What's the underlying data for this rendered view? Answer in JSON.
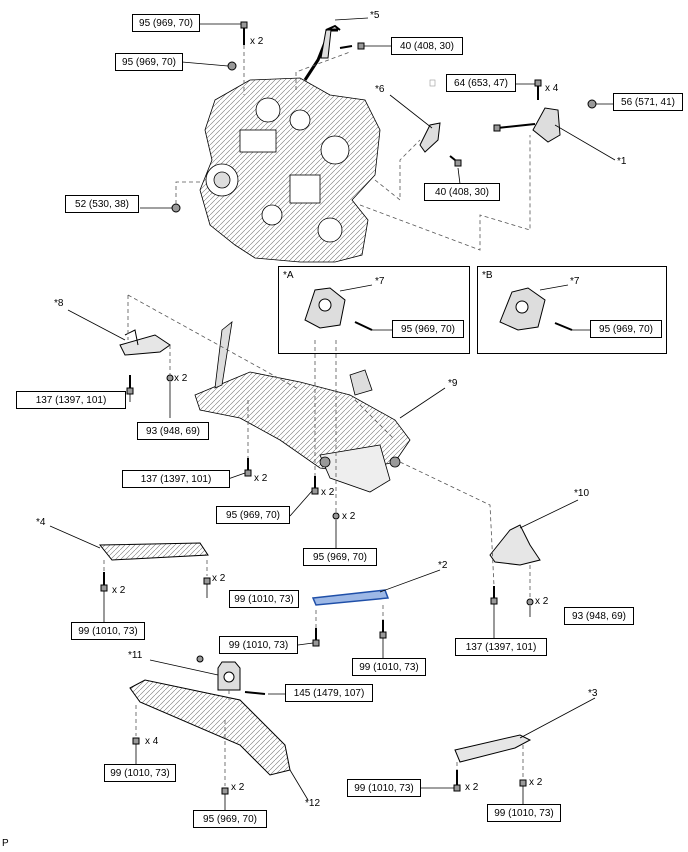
{
  "torques": {
    "t1": "95 (969, 70)",
    "t2": "95 (969, 70)",
    "t3": "40 (408, 30)",
    "t4": "64 (653, 47)",
    "t5": "56 (571, 41)",
    "t6": "40 (408, 30)",
    "t7": "52 (530, 38)",
    "t8": "95 (969, 70)",
    "t9": "95 (969, 70)",
    "t10": "137 (1397, 101)",
    "t11": "93 (948, 69)",
    "t12": "137 (1397, 101)",
    "t13": "95 (969, 70)",
    "t14": "95 (969, 70)",
    "t15": "99 (1010, 73)",
    "t16": "99 (1010, 73)",
    "t17": "99 (1010, 73)",
    "t18": "99 (1010, 73)",
    "t19": "93 (948, 69)",
    "t20": "137 (1397, 101)",
    "t21": "145 (1479, 107)",
    "t22": "99 (1010, 73)",
    "t23": "95 (969, 70)",
    "t24": "99 (1010, 73)",
    "t25": "99 (1010, 73)"
  },
  "callouts": {
    "c1": "*1",
    "c2": "*2",
    "c3": "*3",
    "c4": "*4",
    "c5": "*5",
    "c6": "*6",
    "c7a": "*7",
    "c7b": "*7",
    "c8": "*8",
    "c9": "*9",
    "c10": "*10",
    "c11": "*11",
    "c12": "*12"
  },
  "details": {
    "a": "*A",
    "b": "*B"
  },
  "quantities": {
    "q1": "x 2",
    "q2": "x 4",
    "q3": "x 2",
    "q4": "x 2",
    "q5": "x 2",
    "q6": "x 2",
    "q7": "x 2",
    "q8": "x 2",
    "q9": "x 2",
    "q10": "x 4",
    "q11": "x 2",
    "q12": "x 2",
    "q13": "x 2"
  },
  "footer": {
    "code": "P"
  },
  "colors": {
    "line": "#000000",
    "highlight": "#1f4fa8",
    "part_fill": "#e6e6e6"
  }
}
